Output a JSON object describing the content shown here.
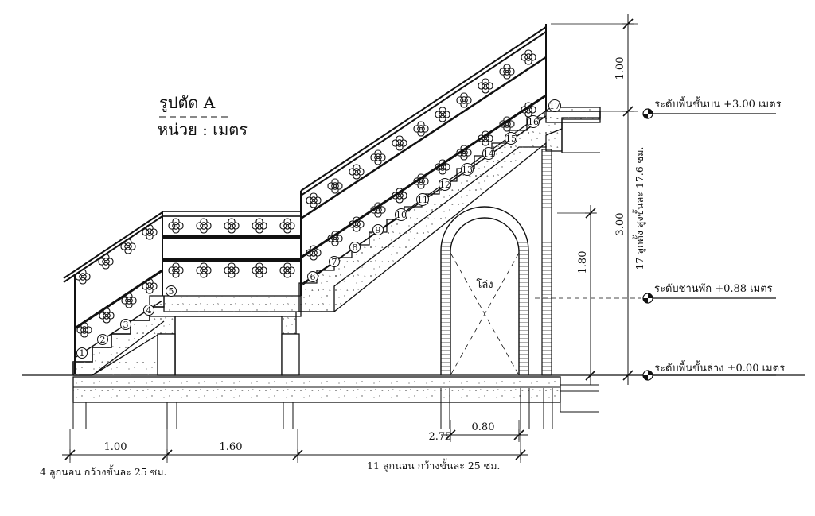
{
  "title": {
    "section": "รูปตัด A",
    "unit": "หน่วย : เมตร"
  },
  "levels": {
    "upper": "ระดับพื้นชั้นบน +3.00 เมตร",
    "landing": "ระดับชานพัก +0.88 เมตร",
    "lower": "ระดับพื้นขั้นล่าง ±0.00 เมตร"
  },
  "dimensions": {
    "railing_height": "1.00",
    "total_height": "3.00",
    "opening_height": "1.80",
    "riser_note": "17 ลูกตั้ง สูงขั้นละ 17.6 ซม.",
    "span_1": "1.00",
    "span_2": "1.60",
    "span_3": "2.75",
    "opening_width": "0.80"
  },
  "notes": {
    "void_label": "โล่ง",
    "tread_note_left": "4 ลูกนอน กว้างขั้นละ 25 ซม.",
    "tread_note_right": "11 ลูกนอน กว้างขั้นละ 25 ซม."
  },
  "step_numbers": [
    "1",
    "2",
    "3",
    "4",
    "5",
    "6",
    "7",
    "8",
    "9",
    "10",
    "11",
    "12",
    "13",
    "14",
    "15",
    "16",
    "17"
  ]
}
